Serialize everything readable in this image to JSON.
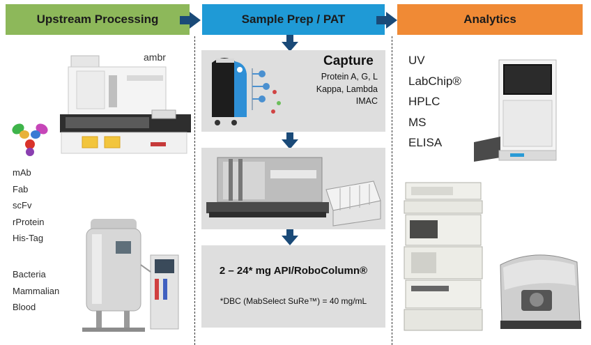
{
  "headers": {
    "upstream": "Upstream Processing",
    "sample_prep": "Sample Prep / PAT",
    "analytics": "Analytics"
  },
  "upstream": {
    "instrument_label": "ambr",
    "molecules": [
      "mAb",
      "Fab",
      "scFv",
      "rProtein",
      "His-Tag"
    ],
    "sources": [
      "Bacteria",
      "Mammalian",
      "Blood"
    ]
  },
  "capture": {
    "title": "Capture",
    "lines": [
      "Protein A, G, L",
      "Kappa, Lambda",
      "IMAC"
    ]
  },
  "result": {
    "main": "2 – 24* mg API/RoboColumn®",
    "footnote": "*DBC (MabSelect SuRe™) = 40 mg/mL"
  },
  "analytics": {
    "methods": [
      "UV",
      "LabChip®",
      "HPLC",
      "MS",
      "ELISA"
    ]
  },
  "colors": {
    "upstream_header": "#8db85a",
    "sample_prep_header": "#1f9ad6",
    "analytics_header": "#f08a35",
    "arrow": "#1a4a78",
    "panel": "#dedede"
  }
}
